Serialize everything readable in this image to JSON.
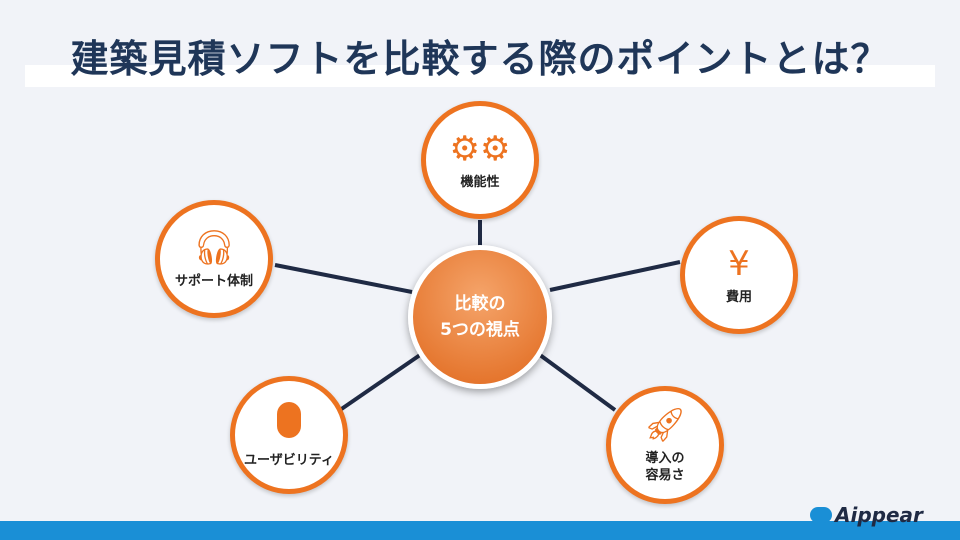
{
  "title": "建築見積ソフトを比較する際のポイントとは？",
  "center": {
    "line1": "比較の",
    "line2": "5つの視点"
  },
  "nodes": {
    "features": {
      "label": "機能性",
      "icon": "gears-icon"
    },
    "cost": {
      "label": "費用",
      "icon": "yen-icon",
      "glyph": "¥"
    },
    "support": {
      "label": "サポート体制",
      "icon": "headset-icon"
    },
    "usability": {
      "label": "ユーザビリティ",
      "icon": "mouse-icon"
    },
    "ease": {
      "label": "導入の",
      "label2": "容易さ",
      "icon": "rocket-icon"
    }
  },
  "logo": "Aippear",
  "colors": {
    "accent": "#ed7320",
    "navy": "#1f3658",
    "footer": "#1a8fd6"
  }
}
